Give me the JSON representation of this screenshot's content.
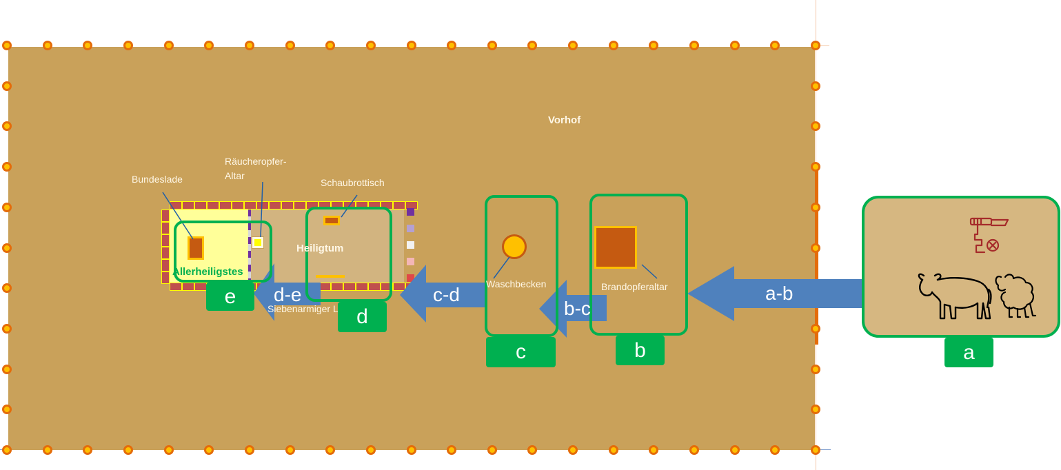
{
  "labels": {
    "vorhof": "Vorhof",
    "bundeslade": "Bundeslade",
    "raeucheropfer_line1": "Räucheropfer-",
    "raeucheropfer_line2": "Altar",
    "schaubrottisch": "Schaubrottisch",
    "heiligtum": "Heiligtum",
    "allerheiligstes": "Allerheiligstes",
    "siebenarmiger": "Siebenarmiger Leuchter",
    "waschbecken": "Waschbecken",
    "brandopferaltar": "Brandopferaltar"
  },
  "stations": {
    "a": "a",
    "b": "b",
    "c": "c",
    "d": "d",
    "e": "e"
  },
  "paths": {
    "a_b": "a-b",
    "b_c": "b-c",
    "c_d": "c-d",
    "d_e": "d-e"
  },
  "icons": [
    "butcher-knife-icon",
    "bull-icon",
    "sheep-icon"
  ],
  "colors": {
    "court": "#c9a15a",
    "post_fill": "#ffc000",
    "post_border": "#e46c0a",
    "station_green": "#00b050",
    "arrow_blue": "#4f81bd",
    "brick_red": "#c0504d",
    "holy_of_holies": "#ffff99",
    "sanctuary": "#d2b480",
    "altar_brown": "#c55a11"
  }
}
